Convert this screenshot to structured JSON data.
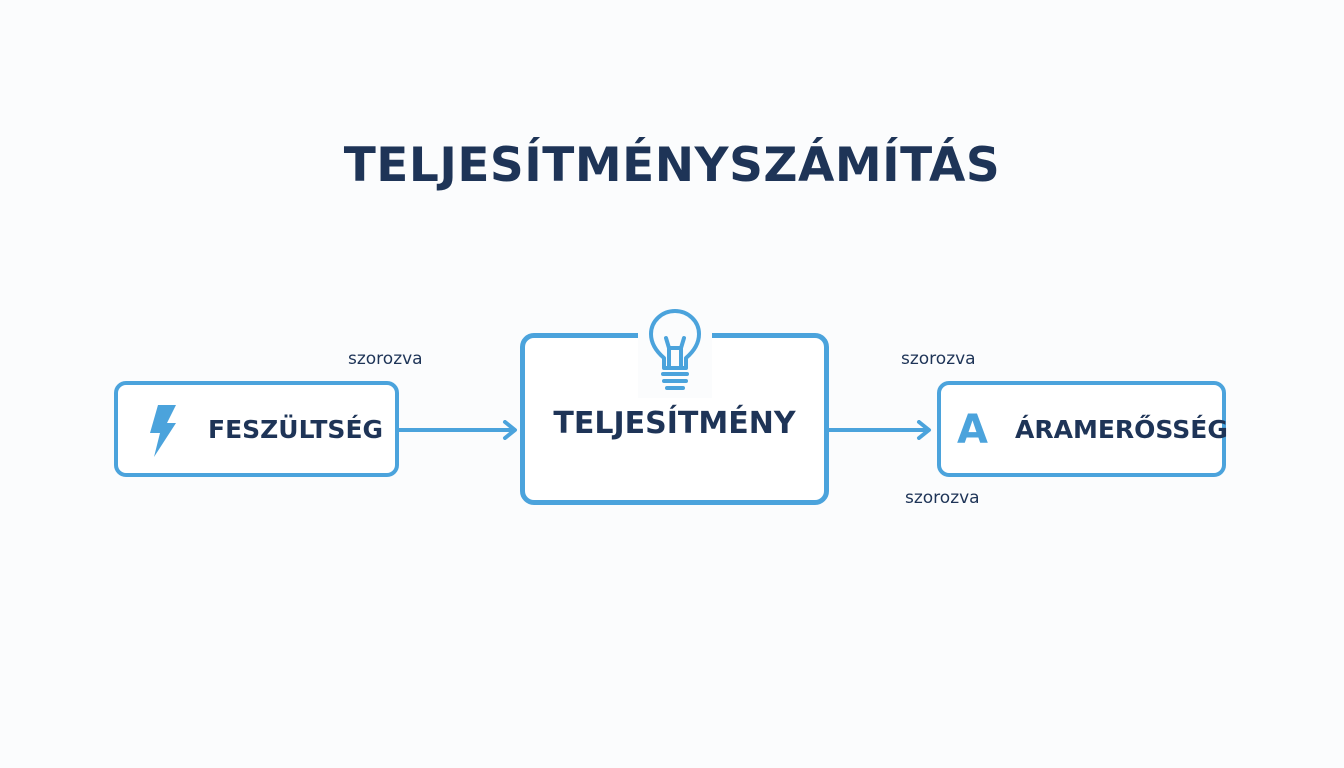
{
  "title": "TELJESÍTMÉNYSZÁMÍTÁS",
  "nodes": {
    "left": {
      "label": "FESZÜLTSÉG",
      "icon": "lightning-bolt-icon"
    },
    "center": {
      "label": "TELJESÍTMÉNY",
      "icon": "light-bulb-icon"
    },
    "right": {
      "label": "ÁRAMERŐSSÉG",
      "icon": "ampere-icon",
      "icon_glyph": "A"
    }
  },
  "edges": [
    {
      "label": "szorozva"
    },
    {
      "label": "szorozva"
    }
  ],
  "extra_label": "szorozva",
  "colors": {
    "accent": "#4ba3dc",
    "text": "#1e3457",
    "background": "#fbfcfd"
  }
}
